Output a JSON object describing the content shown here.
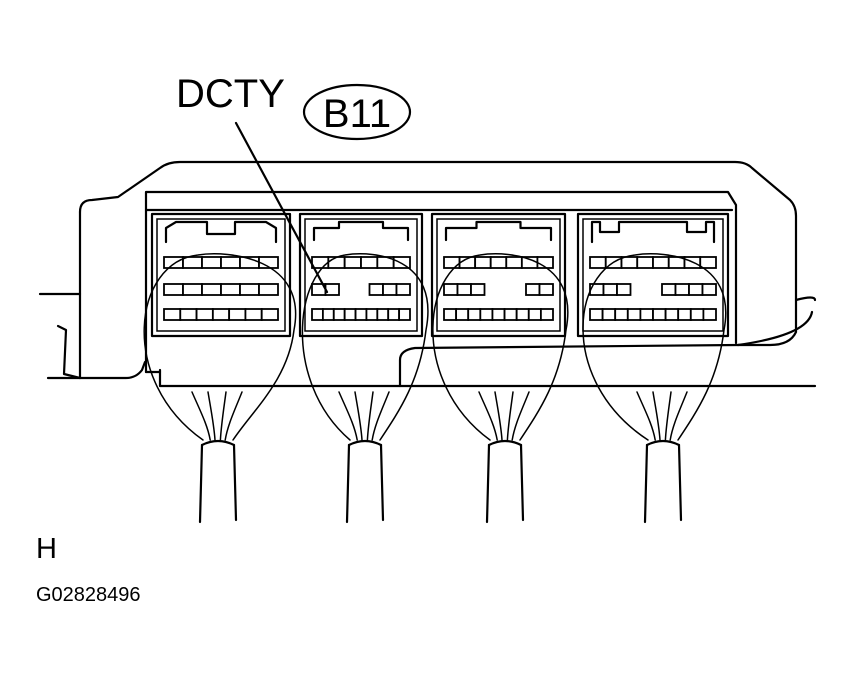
{
  "callout_terminal": "DCTY",
  "connector_code": "B11",
  "view_letter": "H",
  "figure_id": "G02828496",
  "connector_count": 4,
  "pin_rows": [
    [
      {
        "blocks": [
          6
        ],
        "align": "full"
      },
      {
        "blocks": [
          6
        ],
        "align": "full"
      },
      {
        "blocks": [
          7
        ],
        "align": "full"
      }
    ],
    [
      {
        "blocks": [
          6
        ],
        "align": "full"
      },
      {
        "blocks": [
          2,
          3
        ],
        "align": "split"
      },
      {
        "blocks": [
          9
        ],
        "align": "full"
      }
    ],
    [
      {
        "blocks": [
          7
        ],
        "align": "full"
      },
      {
        "blocks": [
          3,
          2
        ],
        "align": "split"
      },
      {
        "blocks": [
          9
        ],
        "align": "full"
      }
    ],
    [
      {
        "blocks": [
          8
        ],
        "align": "full"
      },
      {
        "blocks": [
          3,
          4
        ],
        "align": "split"
      },
      {
        "blocks": [
          10
        ],
        "align": "full"
      }
    ]
  ]
}
